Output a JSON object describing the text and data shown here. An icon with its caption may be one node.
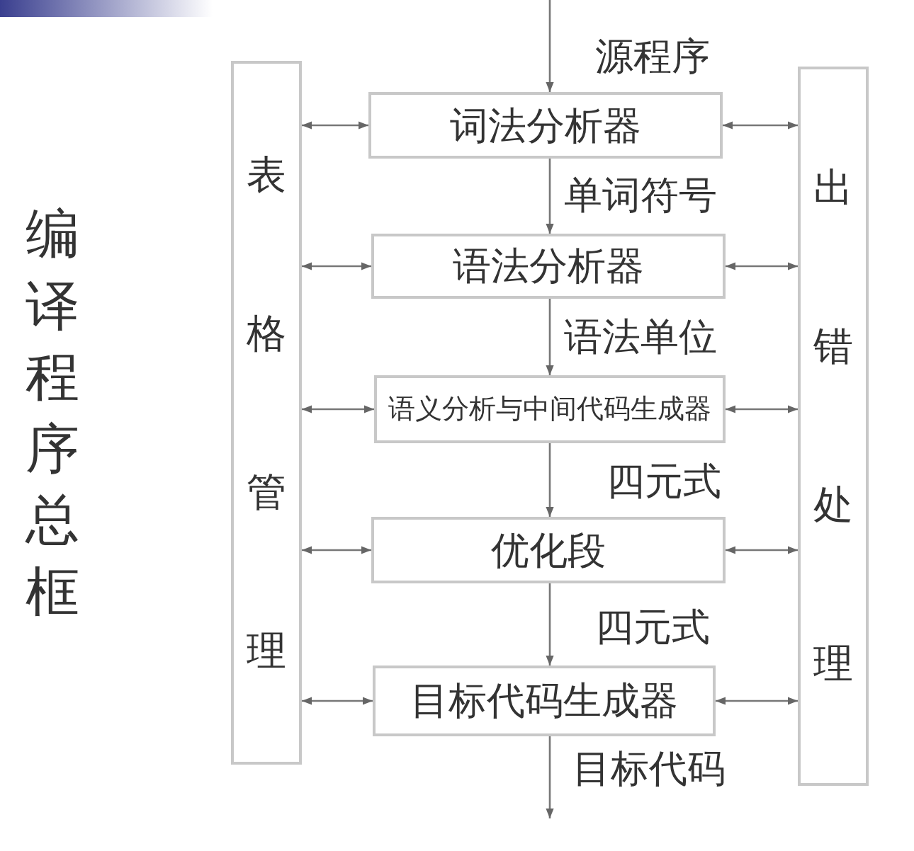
{
  "diagram": {
    "title": "编译程序总框",
    "nodes": [
      {
        "text": [
          "表格管理"
        ]
      },
      {
        "text": [
          "词法分析器"
        ]
      },
      {
        "text": [
          "语法分析器"
        ]
      },
      {
        "text": [
          "语义分析与中间代码生成器"
        ]
      },
      {
        "text": [
          "优化段"
        ]
      },
      {
        "text": [
          "目标代码生成器"
        ]
      },
      {
        "text": [
          "出错处理"
        ]
      }
    ],
    "edges": [
      {
        "from": null,
        "to": 1,
        "arrow": "to",
        "label": "源程序"
      },
      {
        "from": 1,
        "to": 2,
        "arrow": "to",
        "label": "单词符号"
      },
      {
        "from": 2,
        "to": 3,
        "arrow": "to",
        "label": "语法单位"
      },
      {
        "from": 3,
        "to": 4,
        "arrow": "to",
        "label": "四元式"
      },
      {
        "from": 4,
        "to": 5,
        "arrow": "to",
        "label": "四元式"
      },
      {
        "from": 5,
        "to": null,
        "arrow": "to",
        "label": "目标代码"
      },
      {
        "from": 0,
        "to": 1,
        "arrow": "both"
      },
      {
        "from": 0,
        "to": 2,
        "arrow": "both"
      },
      {
        "from": 0,
        "to": 3,
        "arrow": "both"
      },
      {
        "from": 0,
        "to": 4,
        "arrow": "both"
      },
      {
        "from": 0,
        "to": 5,
        "arrow": "both"
      },
      {
        "from": 1,
        "to": 6,
        "arrow": "both"
      },
      {
        "from": 2,
        "to": 6,
        "arrow": "both"
      },
      {
        "from": 3,
        "to": 6,
        "arrow": "both"
      },
      {
        "from": 4,
        "to": 6,
        "arrow": "both"
      },
      {
        "from": 5,
        "to": 6,
        "arrow": "both"
      }
    ]
  }
}
